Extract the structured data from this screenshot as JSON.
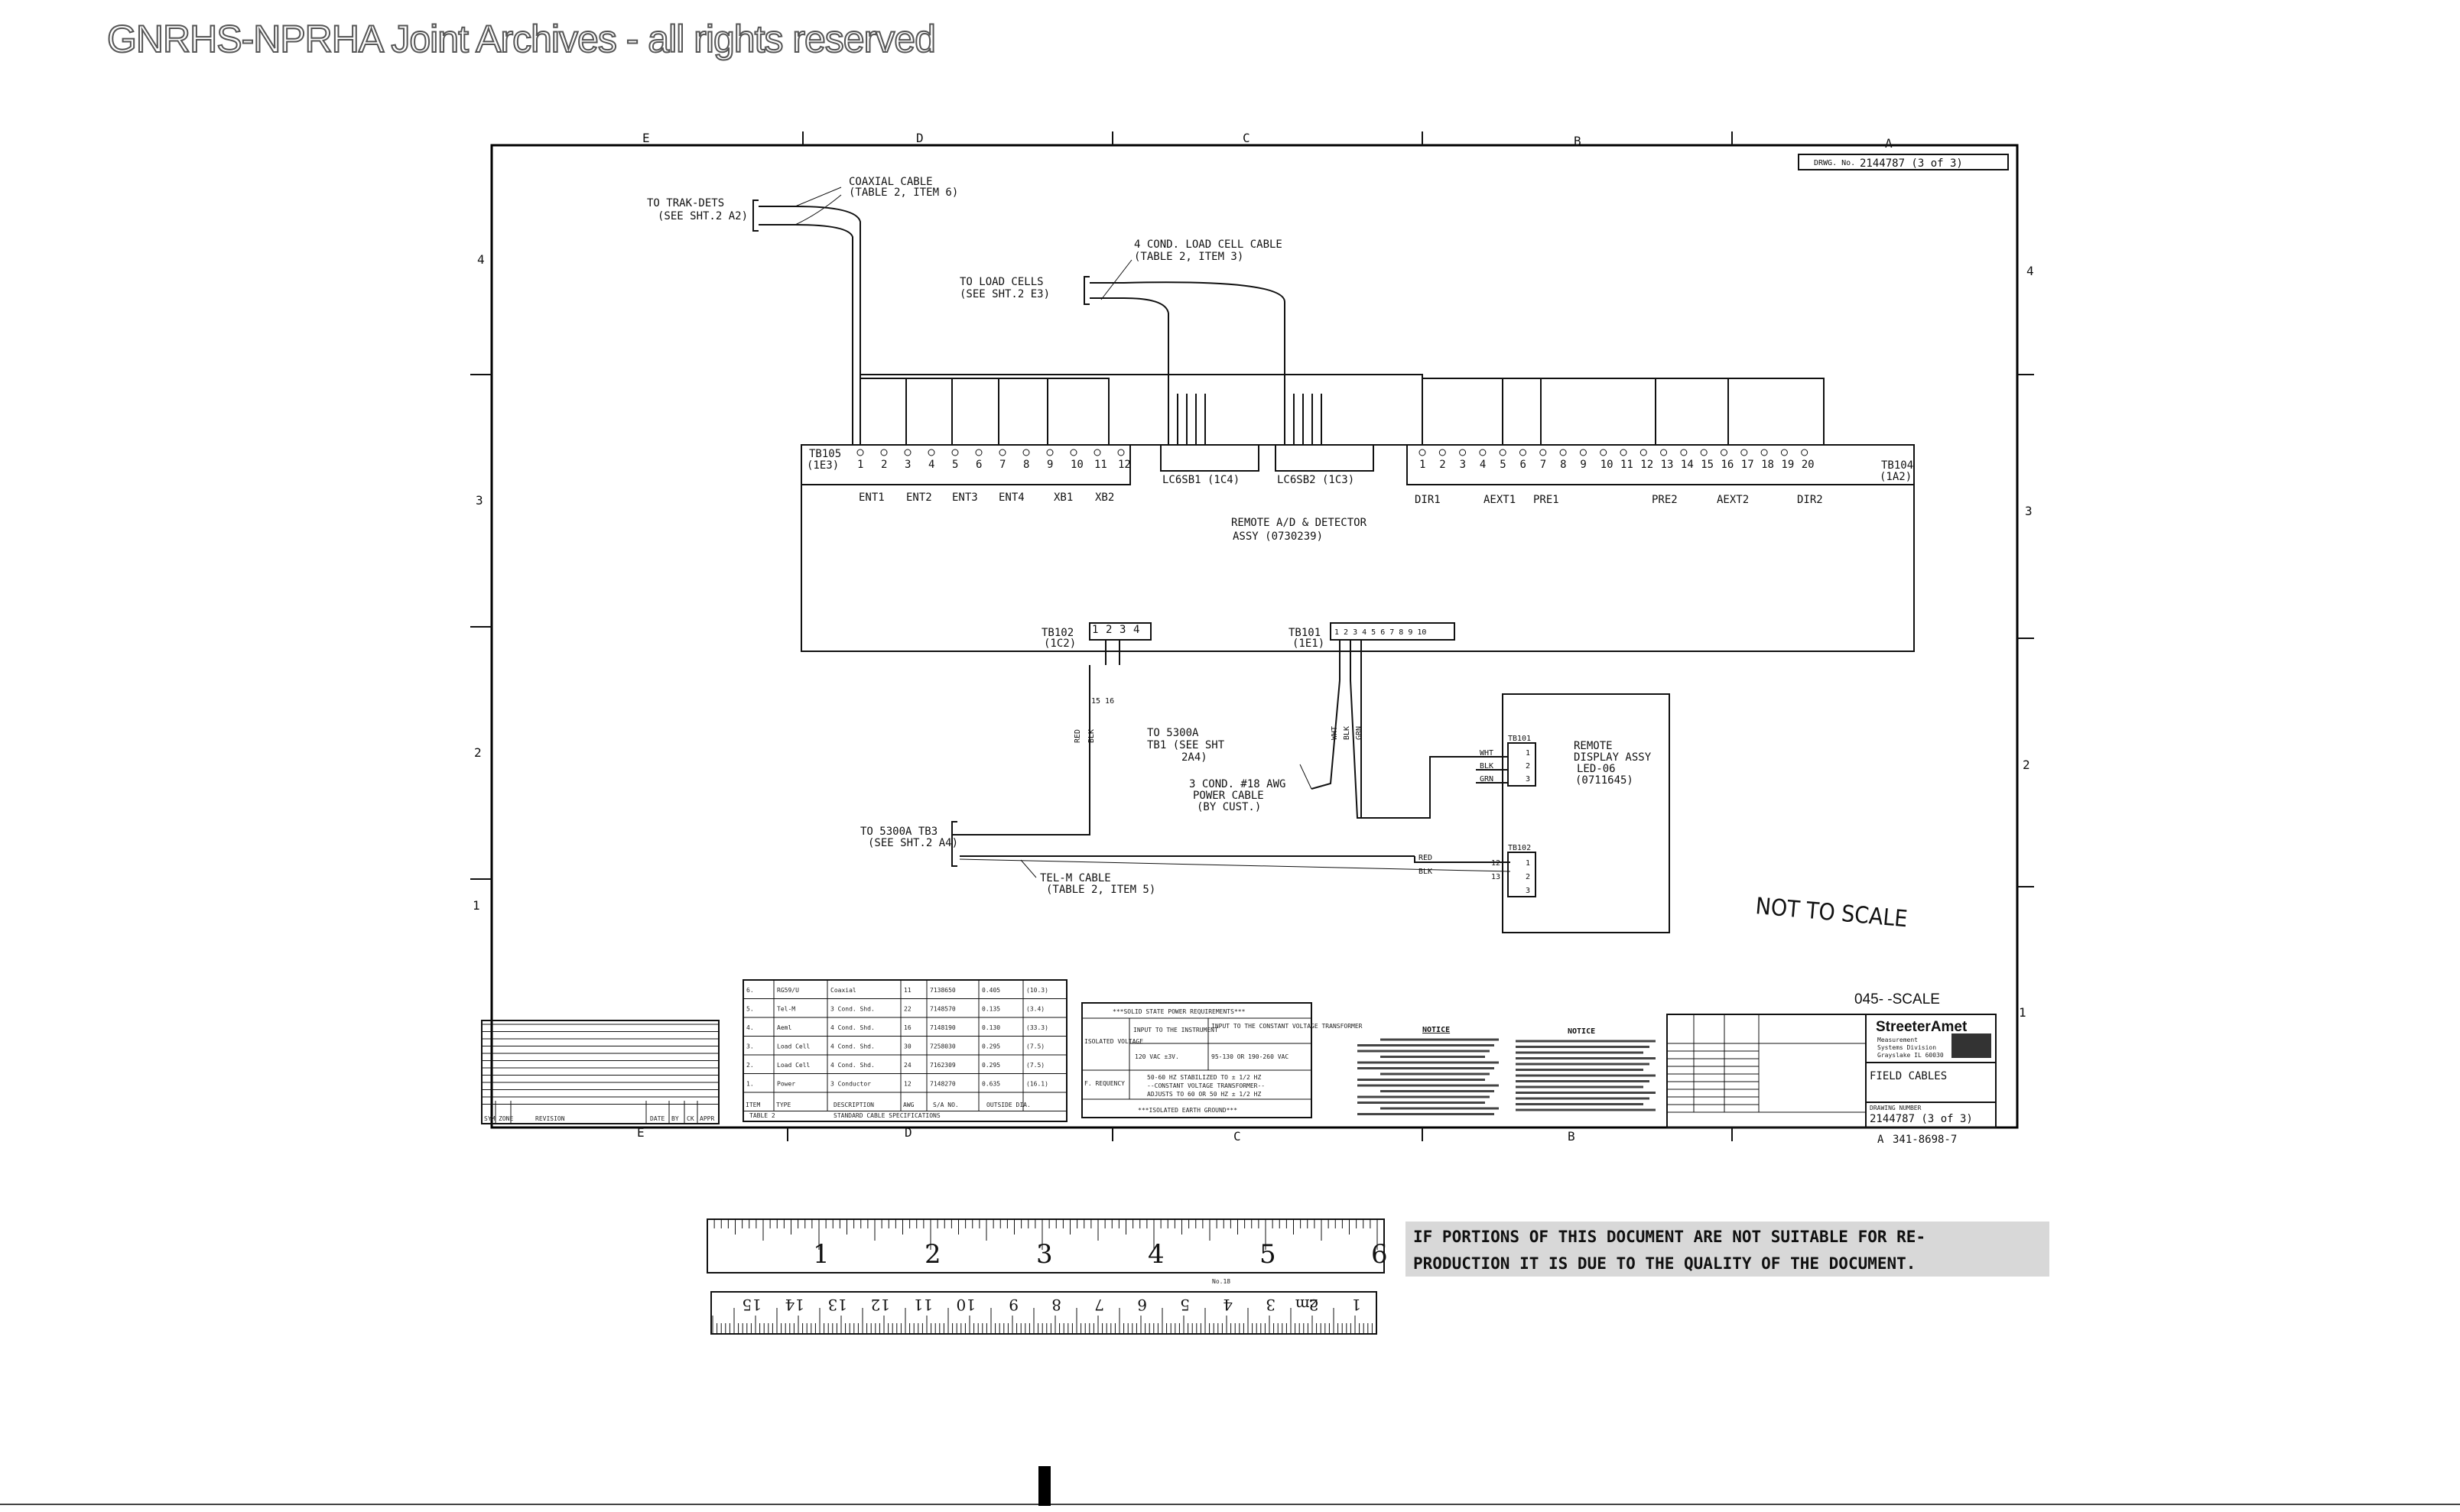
{
  "watermark": "GNRHS-NPRHA Joint Archives - all rights reserved",
  "zones": {
    "top": [
      "E",
      "D",
      "C",
      "B",
      "A"
    ],
    "side": [
      "4",
      "3",
      "2",
      "1"
    ]
  },
  "drawing_number": {
    "prefix": "DRWG. No.",
    "value": "2144787 (3 of 3)"
  },
  "cables": {
    "trak_dets": "TO TRAK-DETS",
    "trak_dets_ref": "(SEE SHT.2 A2)",
    "coax": "COAXIAL CABLE",
    "coax_ref": "(TABLE 2, ITEM 6)",
    "load_cells": "TO LOAD CELLS",
    "load_cells_ref": "(SEE SHT.2 E3)",
    "load_cable": "4 COND. LOAD CELL CABLE",
    "load_cable_ref": "(TABLE 2, ITEM 3)",
    "tb1": "TO 5300A",
    "tb1_b": "TB1 (SEE SHT",
    "tb1_c": "2A4)",
    "tb3": "TO 5300A TB3",
    "tb3_ref": "(SEE SHT.2 A4)",
    "power": "3 COND. #18 AWG",
    "power_b": "POWER CABLE",
    "power_c": "(BY CUST.)",
    "tel": "TEL-M CABLE",
    "tel_ref": "(TABLE 2, ITEM 5)"
  },
  "tb105": {
    "name": "TB105",
    "ref": "(1E3)",
    "terms": [
      "1",
      "2",
      "3",
      "4",
      "5",
      "6",
      "7",
      "8",
      "9",
      "10",
      "11",
      "12"
    ],
    "groups": [
      "ENT1",
      "ENT2",
      "ENT3",
      "ENT4",
      "XB1",
      "XB2"
    ]
  },
  "lc1": {
    "name": "LC6SB1 (1C4)"
  },
  "lc2": {
    "name": "LC6SB2 (1C3)"
  },
  "tb104": {
    "name": "TB104",
    "ref": "(1A2)",
    "terms": [
      "1",
      "2",
      "3",
      "4",
      "5",
      "6",
      "7",
      "8",
      "9",
      "10",
      "11",
      "12",
      "13",
      "14",
      "15",
      "16",
      "17",
      "18",
      "19",
      "20"
    ],
    "groups": [
      "DIR1",
      "AEXT1",
      "PRE1",
      "PRE2",
      "AEXT2",
      "DIR2"
    ]
  },
  "remote_ad": {
    "line1": "REMOTE A/D & DETECTOR",
    "line2": "ASSY (0730239)"
  },
  "tb102": {
    "name": "TB102",
    "ref": "(1C2)",
    "terms": [
      "1",
      "2",
      "3",
      "4"
    ],
    "wires": [
      "RED",
      "BLK"
    ],
    "pins": "15 16"
  },
  "tb101": {
    "name": "TB101",
    "ref": "(1E1)",
    "terms": "1 2 3 4 5 6 7 8 9 10",
    "wires": [
      "WHT",
      "BLK",
      "GRN"
    ]
  },
  "remote_display": {
    "title": "REMOTE",
    "line2": "DISPLAY ASSY",
    "line3": "LED-06",
    "line4": "(0711645)",
    "tb101": "TB101",
    "tb101_wires": [
      "WHT",
      "BLK",
      "GRN"
    ],
    "tb101_terms": [
      "1",
      "2",
      "3"
    ],
    "tb102": "TB102",
    "tb102_wires": [
      "RED",
      "BLK"
    ],
    "tb102_terms": [
      "1",
      "2",
      "3"
    ],
    "tb102_nums": [
      "12",
      "13"
    ]
  },
  "not_to_scale": "NOT TO SCALE",
  "scale": "045-   -SCALE",
  "table2": {
    "title": "TABLE 2",
    "caption": "STANDARD CABLE SPECIFICATIONS",
    "headers": [
      "ITEM",
      "TYPE",
      "DESCRIPTION",
      "AWG",
      "S/A NO.",
      "OUTSIDE DIA."
    ],
    "rows": [
      [
        "6.",
        "RG59/U",
        "Coaxial",
        "11",
        "7138650",
        "0.405",
        "(10.3)"
      ],
      [
        "5.",
        "Tel-M",
        "3 Cond. Shd.",
        "22",
        "7148570",
        "0.135",
        "(3.4)"
      ],
      [
        "4.",
        "Aeml",
        "4 Cond. Shd.",
        "16",
        "7148190",
        "0.130",
        "(33.3)"
      ],
      [
        "3.",
        "Load Cell",
        "4 Cond. Shd.",
        "30",
        "7258030",
        "0.295",
        "(7.5)"
      ],
      [
        "2.",
        "Load Cell",
        "4 Cond. Shd.",
        "24",
        "7162309",
        "0.295",
        "(7.5)"
      ],
      [
        "1.",
        "Power",
        "3 Conductor",
        "12",
        "7148270",
        "0.635",
        "(16.1)"
      ]
    ]
  },
  "power_req": {
    "title": "***SOLID STATE POWER REQUIREMENTS***",
    "col1": "INPUT TO THE INSTRUMENT",
    "col2": "INPUT TO THE CONSTANT VOLTAGE TRANSFORMER",
    "row_isolated": "ISOLATED VOLTAGE",
    "v1": "120 VAC ±3V.",
    "v2": "95-130 OR 190-260 VAC",
    "row_freq": "F. REQUENCY",
    "f1": "50-60 HZ STABILIZED TO ± 1/2 HZ",
    "f2": "--CONSTANT VOLTAGE TRANSFORMER--",
    "f3": "ADJUSTS TO 60 OR 50 HZ ± 1/2 HZ",
    "foot": "***ISOLATED EARTH GROUND***"
  },
  "notice_title": "NOTICE",
  "notice2_title": "NOTICE",
  "revision": {
    "label": "REVISION",
    "cols": [
      "SYM",
      "ZONE",
      "REVISION",
      "DATE",
      "BY",
      "CK",
      "APPR"
    ]
  },
  "title_block": {
    "company": "StreeterAmet",
    "division1": "Measurement",
    "division2": "Systems Division",
    "location": "Grayslake IL 60030",
    "title": "FIELD CABLES",
    "dwg_no_label": "DRAWING NUMBER",
    "dwg_no": "2144787 (3 of 3)",
    "film": "341-8698-7",
    "film_prefix": "A"
  },
  "ruler": {
    "inches": [
      "1",
      "2",
      "3",
      "4",
      "5",
      "6"
    ],
    "cm": [
      "1",
      "cm",
      "2",
      "3",
      "4",
      "5",
      "6",
      "7",
      "8",
      "9",
      "10",
      "11",
      "12",
      "13",
      "14",
      "15"
    ],
    "model": "No.18"
  },
  "quality_notice": {
    "line1": "IF PORTIONS OF THIS DOCUMENT ARE NOT SUITABLE FOR RE-",
    "line2": "PRODUCTION IT IS DUE TO THE QUALITY OF THE DOCUMENT."
  }
}
